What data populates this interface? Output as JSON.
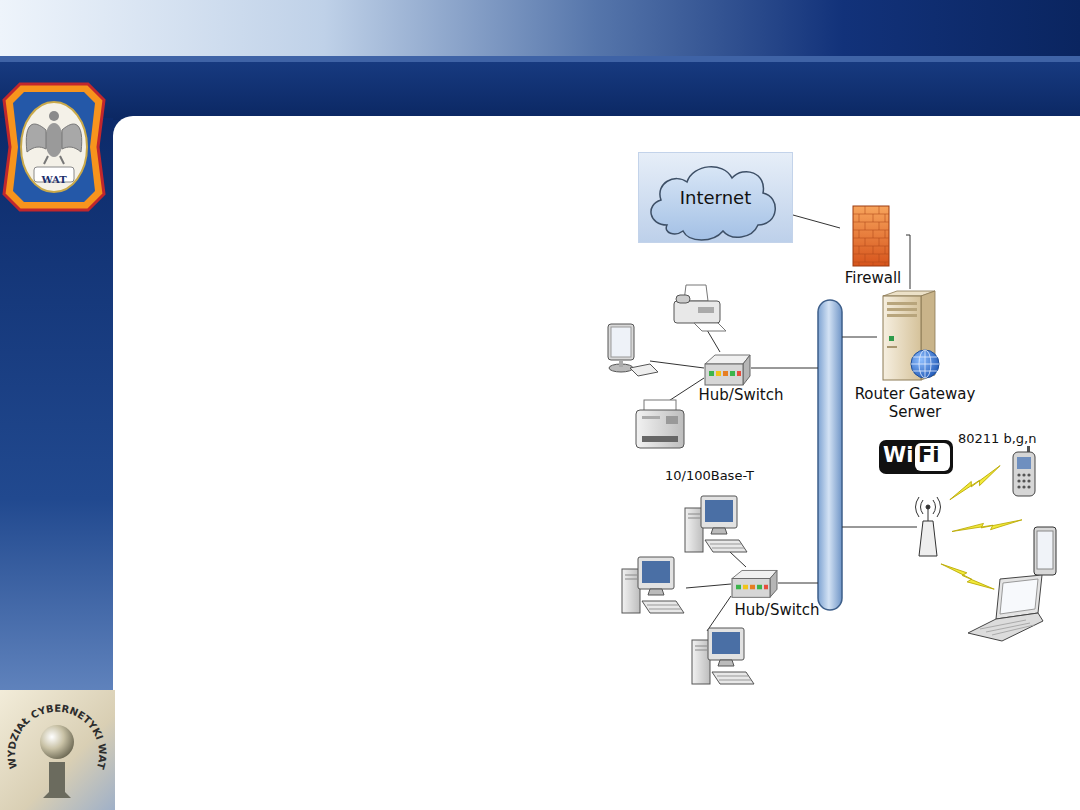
{
  "diagram": {
    "nodes": [
      {
        "text": [
          "Internet"
        ]
      },
      {
        "text": [
          "Firewall"
        ]
      },
      {
        "text": [
          "Router Gateway Serwer"
        ]
      },
      {
        "text": [
          "Hub/Switch"
        ]
      },
      {
        "text": [
          "Hub/Switch"
        ]
      }
    ],
    "edges": [
      {
        "from": 0,
        "to": 1,
        "arrow": "none"
      },
      {
        "from": 1,
        "to": 2,
        "arrow": "none"
      }
    ],
    "labels": [
      "WAT",
      "WYDZIAŁ CYBERNETYKI WAT",
      "Wi",
      "Fi",
      "80211 b,g,n",
      "10/100Base-T"
    ]
  }
}
